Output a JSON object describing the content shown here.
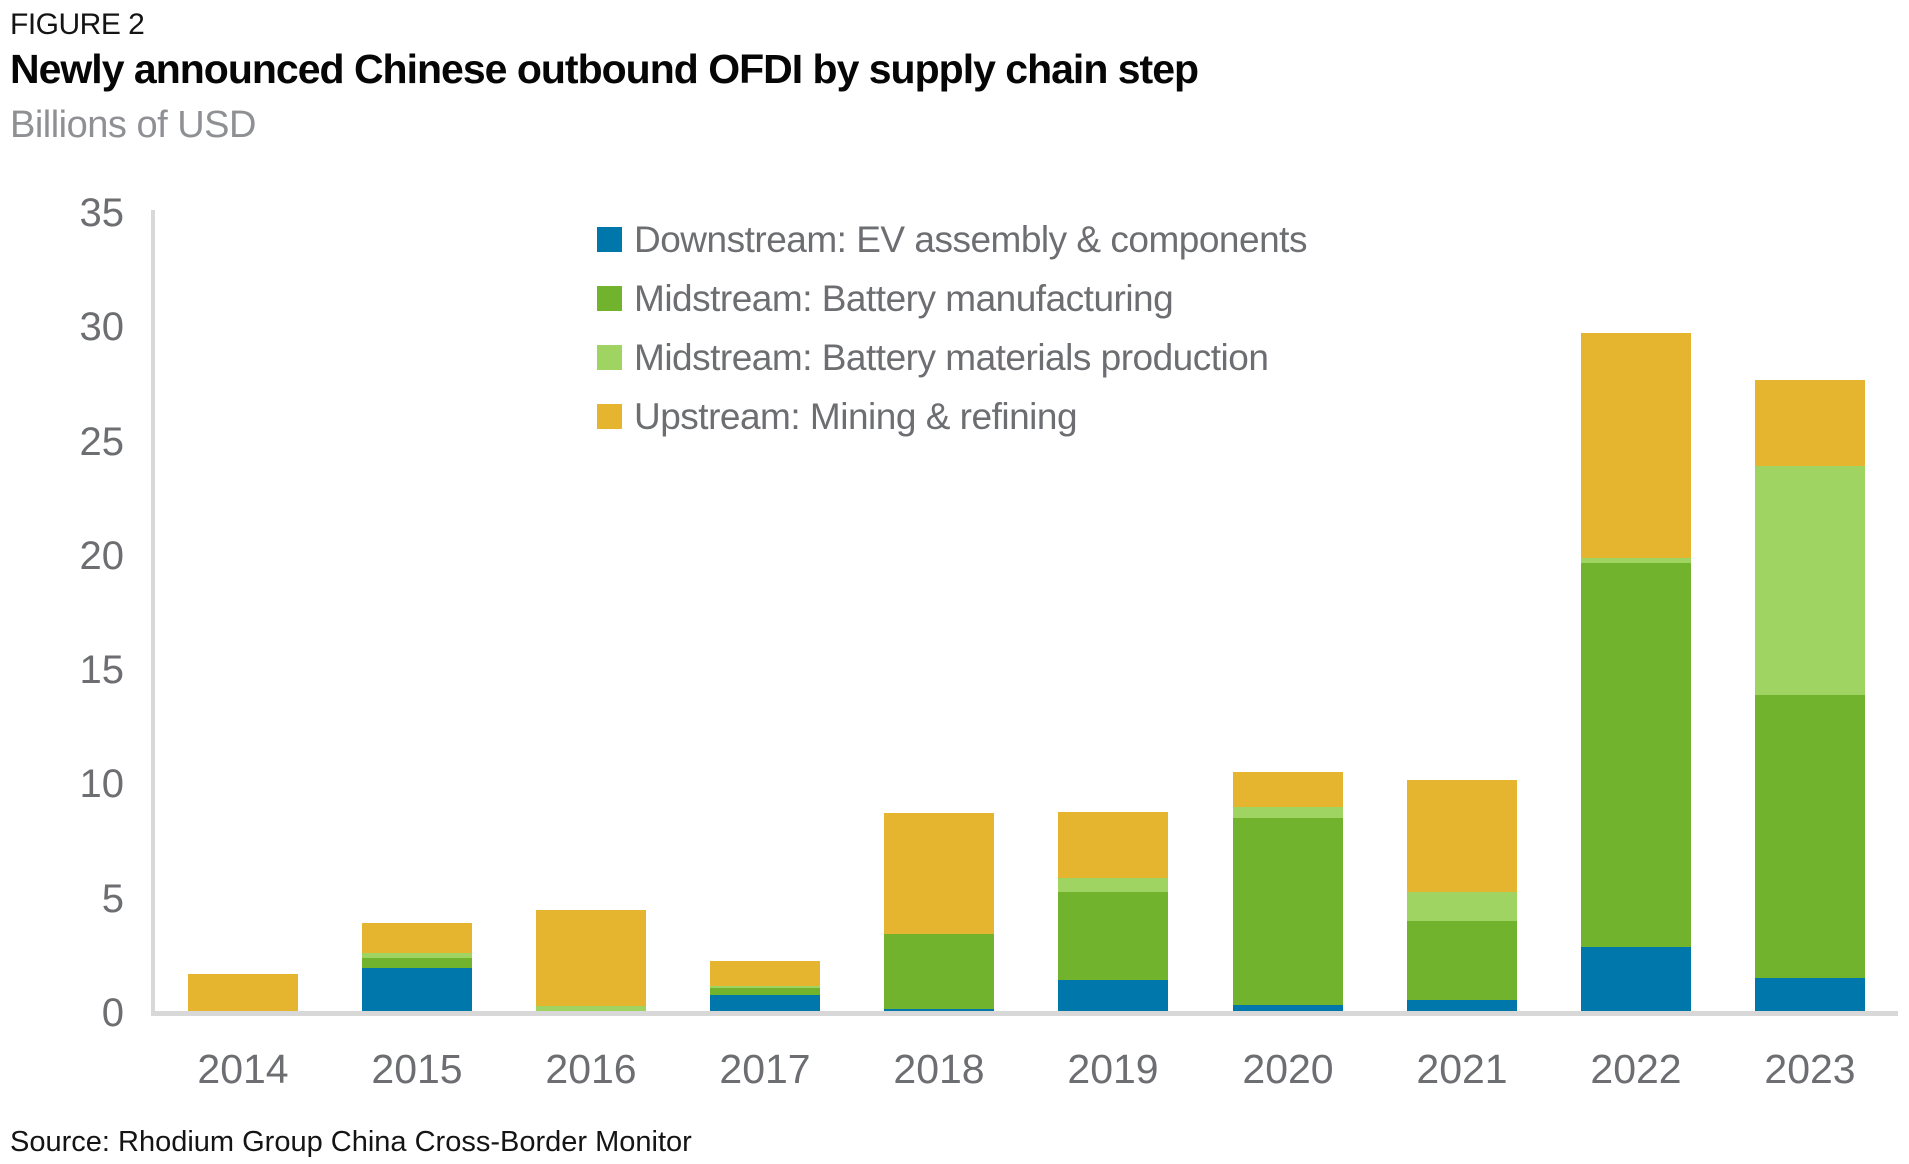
{
  "figure": {
    "label": "FIGURE 2",
    "title": "Newly announced Chinese outbound OFDI by supply chain step",
    "subtitle": "Billions of USD",
    "source": "Source: Rhodium Group China Cross-Border Monitor"
  },
  "colors": {
    "downstream": "#0077AB",
    "midstream_battery": "#72B32D",
    "midstream_materials": "#9FD462",
    "upstream": "#E5B52F",
    "axis_line": "#D8D8D8",
    "tick_text": "#6D6E71",
    "subtitle_text": "#8F9093"
  },
  "chart_data": {
    "type": "bar",
    "stacked": true,
    "title": "Newly announced Chinese outbound OFDI by supply chain step",
    "xlabel": "",
    "ylabel": "Billions of USD",
    "ylim": [
      0,
      35
    ],
    "yticks": [
      0,
      5,
      10,
      15,
      20,
      25,
      30,
      35
    ],
    "grid": false,
    "legend_position": "top-inside",
    "categories": [
      "2014",
      "2015",
      "2016",
      "2017",
      "2018",
      "2019",
      "2020",
      "2021",
      "2022",
      "2023"
    ],
    "series": [
      {
        "key": "downstream",
        "name": "Downstream: EV assembly & components",
        "values": [
          0,
          1.9,
          0,
          0.7,
          0.1,
          1.35,
          0.25,
          0.5,
          2.8,
          1.45
        ]
      },
      {
        "key": "midstream_battery",
        "name": "Midstream: Battery manufacturing",
        "values": [
          0,
          0.45,
          0,
          0.3,
          3.3,
          3.85,
          8.2,
          3.45,
          16.8,
          12.4
        ]
      },
      {
        "key": "midstream_materials",
        "name": "Midstream: Battery materials production",
        "values": [
          0,
          0.2,
          0.2,
          0.1,
          0,
          0.6,
          0.5,
          1.25,
          0.2,
          10.0
        ]
      },
      {
        "key": "upstream",
        "name": "Upstream: Mining & refining",
        "values": [
          1.6,
          1.3,
          4.2,
          1.1,
          5.3,
          2.9,
          1.55,
          4.9,
          9.85,
          3.75
        ]
      }
    ],
    "totals": [
      1.6,
      3.85,
      4.4,
      2.2,
      8.7,
      8.7,
      10.5,
      10.1,
      29.65,
      27.6
    ]
  }
}
